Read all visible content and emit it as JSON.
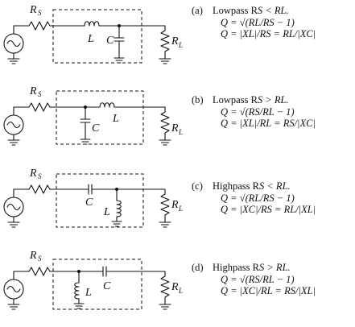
{
  "panels": [
    {
      "label": "(a)",
      "title": "Lowpass R",
      "condition": "S < RL.",
      "q1": "Q = √(RL/RS − 1)",
      "q2": "Q = |XL|/RS = RL/|XC|",
      "components": {
        "rs": "R",
        "rs_sub": "S",
        "l": "L",
        "c": "C",
        "rl": "R",
        "rl_sub": "L"
      }
    },
    {
      "label": "(b)",
      "title": "Lowpass R",
      "condition": "S > RL.",
      "q1": "Q = √(RS/RL − 1)",
      "q2": "Q = |XL|/RL = RS/|XC|",
      "components": {
        "rs": "R",
        "rs_sub": "S",
        "l": "L",
        "c": "C",
        "rl": "R",
        "rl_sub": "L"
      }
    },
    {
      "label": "(c)",
      "title": "Highpass R",
      "condition": "S < RL.",
      "q1": "Q = √(RL/RS − 1)",
      "q2": "Q = |XC|/RS = RL/|XL|",
      "components": {
        "rs": "R",
        "rs_sub": "S",
        "l": "L",
        "c": "C",
        "rl": "R",
        "rl_sub": "L"
      }
    },
    {
      "label": "(d)",
      "title": "Highpass R",
      "condition": "S > RL.",
      "q1": "Q = √(RS/RL − 1)",
      "q2": "Q = |XC|/RL = RS/|XL|",
      "components": {
        "rs": "R",
        "rs_sub": "S",
        "l": "L",
        "c": "C",
        "rl": "R",
        "rl_sub": "L"
      }
    }
  ]
}
